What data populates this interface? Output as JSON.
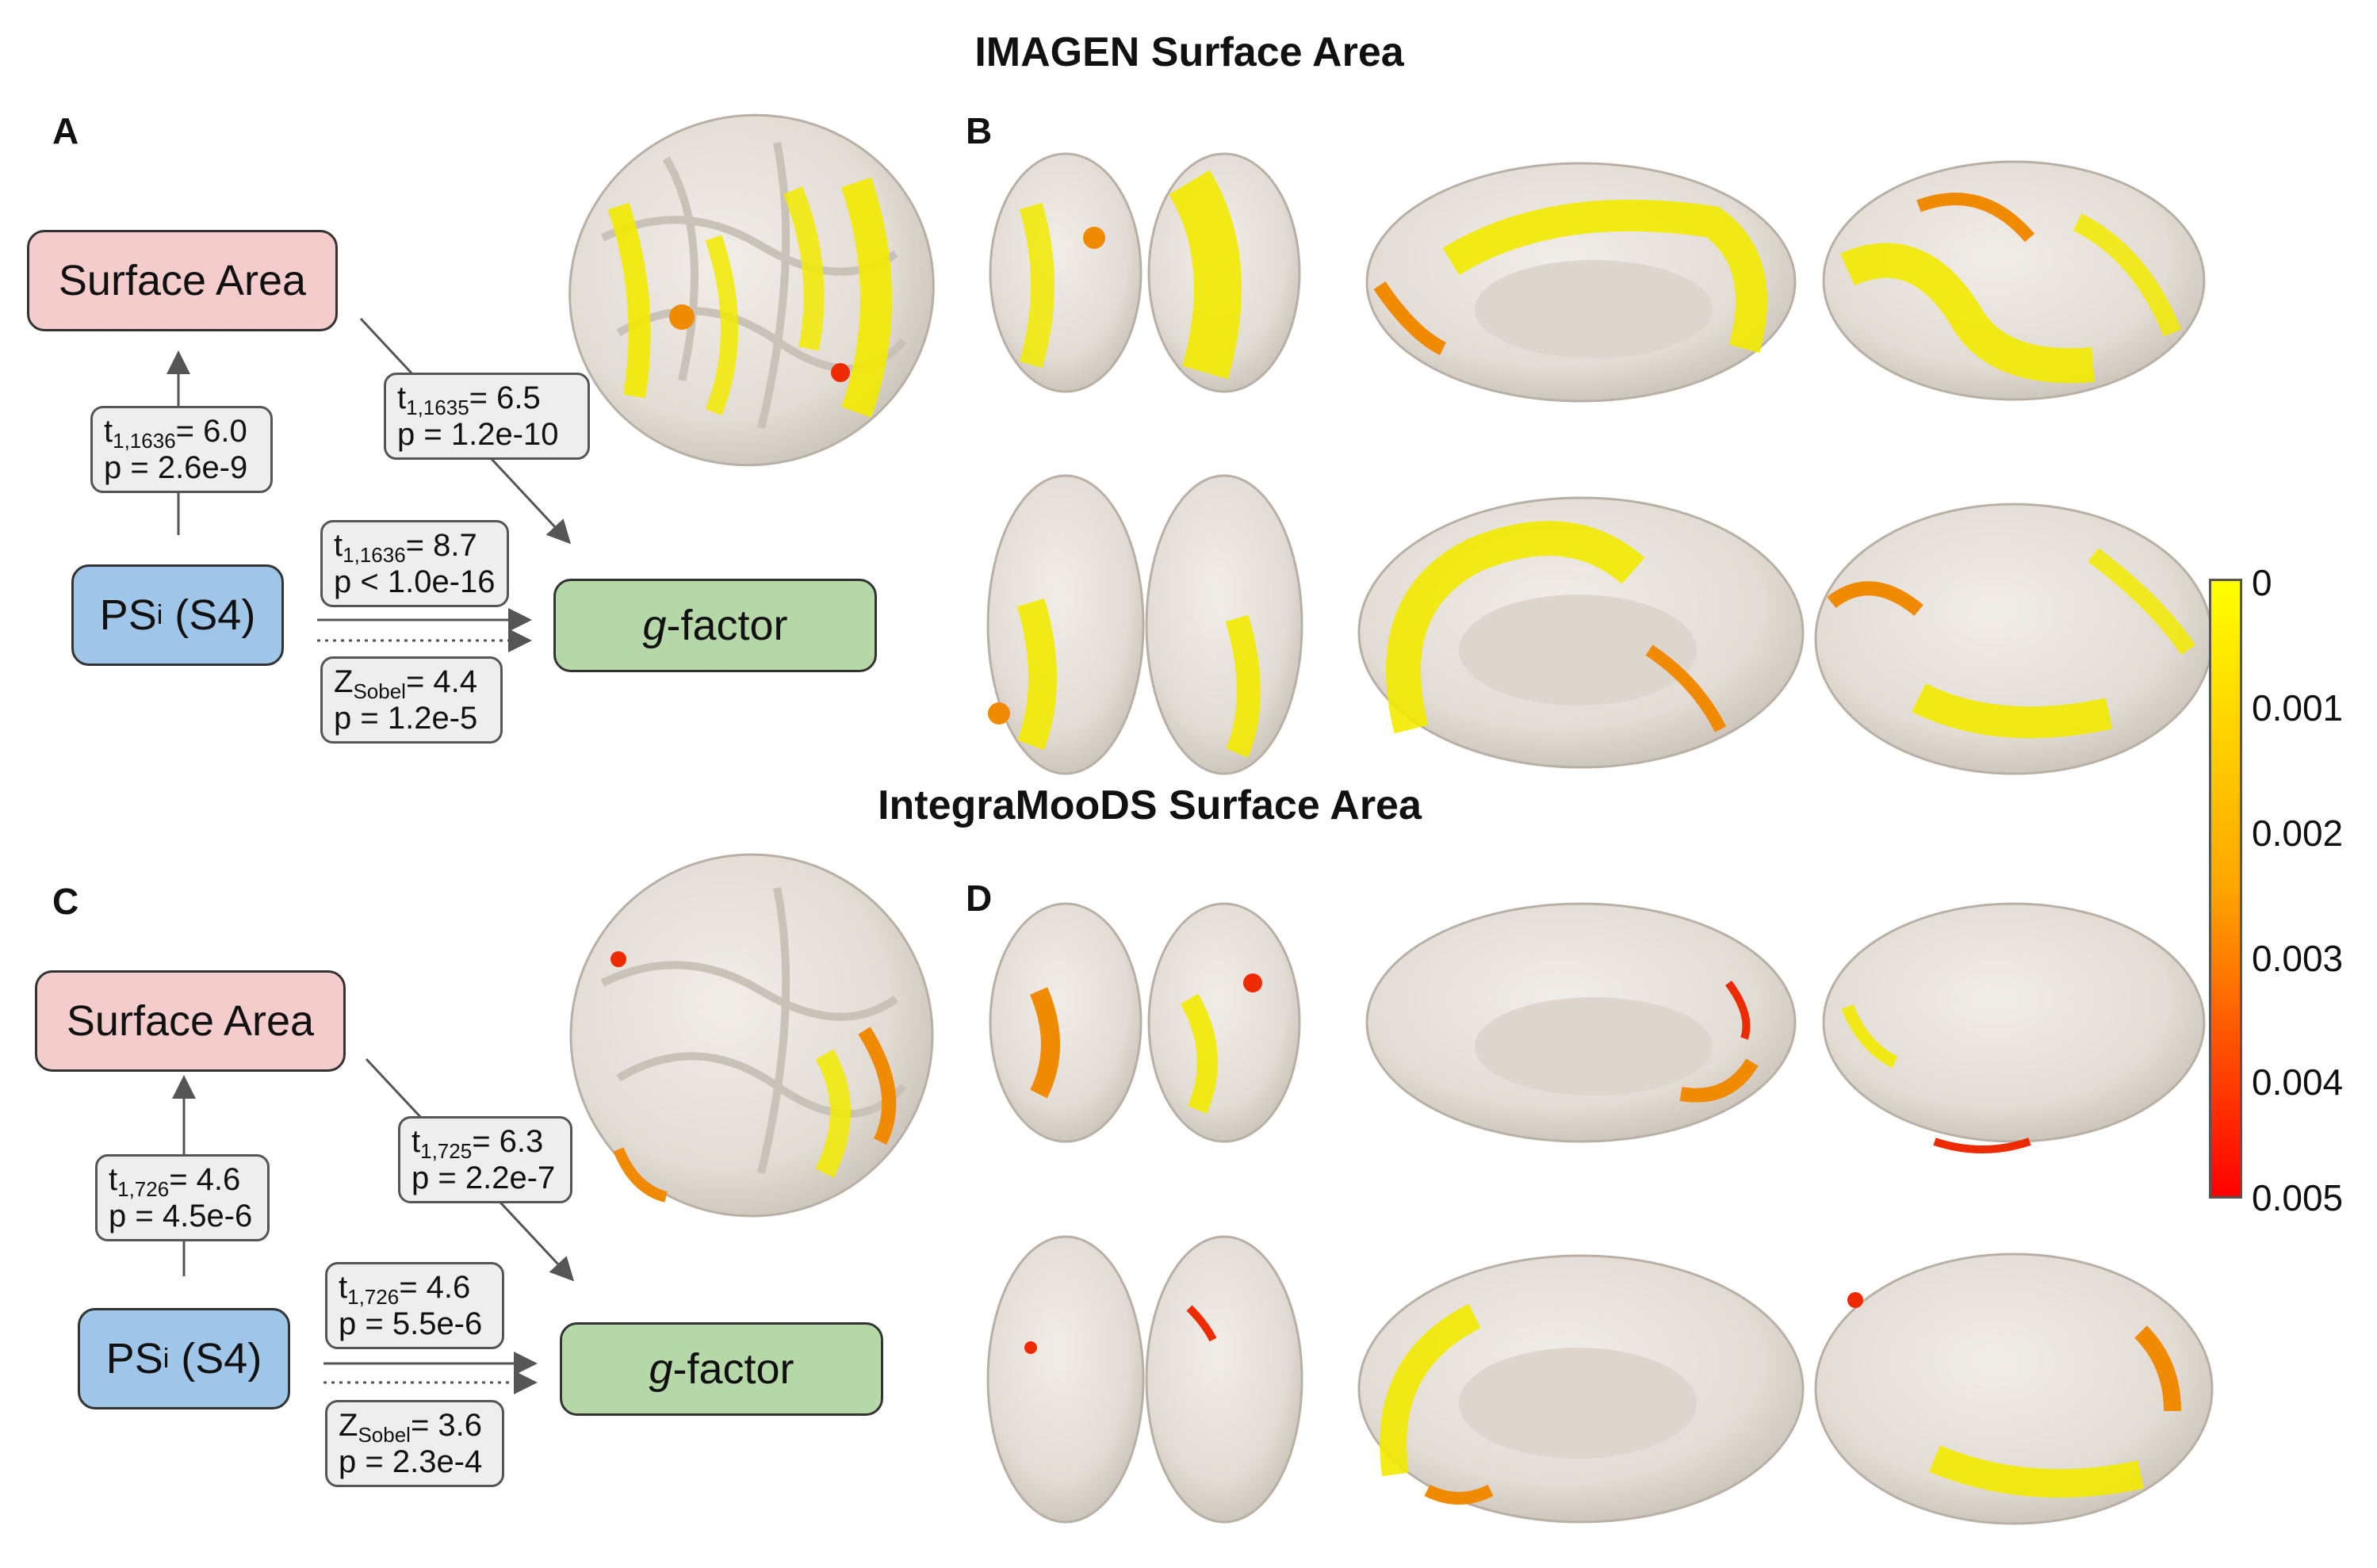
{
  "titles": {
    "top": "IMAGEN Surface Area",
    "middle": "IntegraMooDS Surface Area"
  },
  "panel_letters": [
    "A",
    "B",
    "C",
    "D"
  ],
  "panels": {
    "A": {
      "node_surface": "Surface Area",
      "node_ps_main": "PS",
      "node_ps_sub": "i",
      "node_ps_suffix": " (S4)",
      "node_g_italic": "g",
      "node_g_suffix": "-factor",
      "stat_left": {
        "t_sub": "1,1636",
        "t_val": "= 6.0",
        "p": "p = 2.6e-9"
      },
      "stat_right": {
        "t_sub": "1,1635",
        "t_val": "= 6.5",
        "p": "p = 1.2e-10"
      },
      "stat_direct": {
        "t_sub": "1,1636",
        "t_val": "= 8.7",
        "p": "p < 1.0e-16"
      },
      "stat_sobel": {
        "z_sub": "Sobel",
        "z_val": "= 4.4",
        "p": "p = 1.2e-5"
      }
    },
    "C": {
      "node_surface": "Surface Area",
      "node_ps_main": "PS",
      "node_ps_sub": "i",
      "node_ps_suffix": " (S4)",
      "node_g_italic": "g",
      "node_g_suffix": "-factor",
      "stat_left": {
        "t_sub": "1,726",
        "t_val": "= 4.6",
        "p": "p = 4.5e-6"
      },
      "stat_right": {
        "t_sub": "1,725",
        "t_val": "= 6.3",
        "p": "p = 2.2e-7"
      },
      "stat_direct": {
        "t_sub": "1,726",
        "t_val": "= 4.6",
        "p": "p = 5.5e-6"
      },
      "stat_sobel": {
        "z_sub": "Sobel",
        "z_val": "= 3.6",
        "p": "p = 2.3e-4"
      }
    }
  },
  "colorbar": {
    "ticks": [
      "0",
      "0.001",
      "0.002",
      "0.003",
      "0.004",
      "0.005"
    ],
    "color_top": "#ffff00",
    "color_mid": "#ffa500",
    "color_bottom": "#ff0000"
  },
  "colors": {
    "brain": "#e6e1db",
    "brain_shade": "#c9c2b9",
    "sig_yellow": "#f2ea00",
    "sig_orange": "#f08a00",
    "sig_red": "#ee2a00"
  }
}
